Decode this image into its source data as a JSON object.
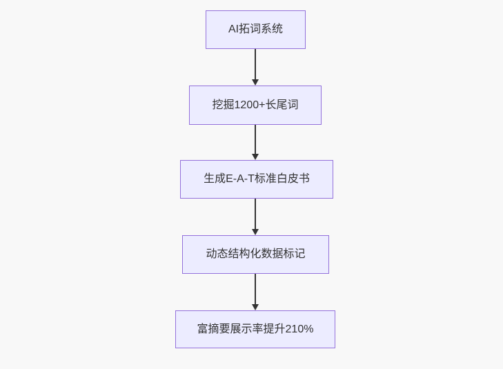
{
  "diagram": {
    "type": "flowchart-top-down",
    "nodes": [
      {
        "id": "n1",
        "label": "AI拓词系统"
      },
      {
        "id": "n2",
        "label": "挖掘1200+长尾词"
      },
      {
        "id": "n3",
        "label": "生成E-A-T标准白皮书"
      },
      {
        "id": "n4",
        "label": "动态结构化数据标记"
      },
      {
        "id": "n5",
        "label": "富摘要展示率提升210%"
      }
    ],
    "edges": [
      {
        "from": "n1",
        "to": "n2"
      },
      {
        "from": "n2",
        "to": "n3"
      },
      {
        "from": "n3",
        "to": "n4"
      },
      {
        "from": "n4",
        "to": "n5"
      }
    ],
    "colors": {
      "node_fill": "#ECECFF",
      "node_border": "#9370DB",
      "edge": "#333333",
      "text": "#333333",
      "background": "#f8f8f8"
    }
  }
}
